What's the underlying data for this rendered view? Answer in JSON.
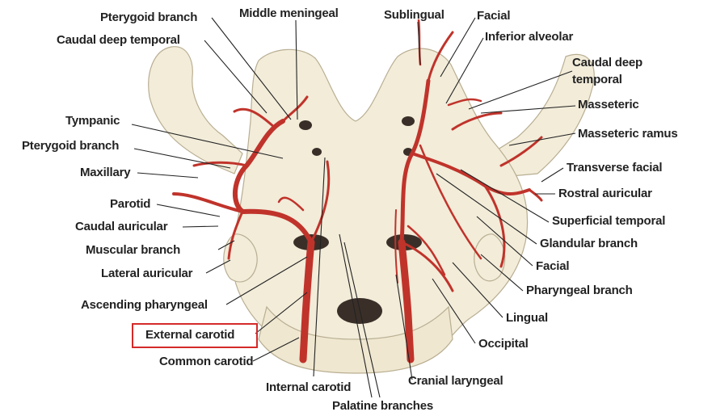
{
  "figure": {
    "highlight_color": "#d42a2a",
    "bone_color": "#f2ecd9",
    "artery_color": "#c0332b",
    "line_color": "#222222"
  },
  "labels": {
    "pterygoid_branch_top": "Pterygoid branch",
    "middle_meningeal": "Middle meningeal",
    "sublingual": "Sublingual",
    "facial_top": "Facial",
    "caudal_deep_temporal_left": "Caudal deep temporal",
    "inferior_alveolar": "Inferior alveolar",
    "caudal_deep_temporal_right_1": "Caudal deep",
    "caudal_deep_temporal_right_2": "temporal",
    "masseteric": "Masseteric",
    "masseteric_ramus": "Masseteric ramus",
    "tympanic": "Tympanic",
    "pterygoid_branch_left": "Pterygoid branch",
    "maxillary": "Maxillary",
    "transverse_facial": "Transverse facial",
    "rostral_auricular": "Rostral auricular",
    "parotid": "Parotid",
    "superficial_temporal": "Superficial temporal",
    "caudal_auricular": "Caudal auricular",
    "glandular_branch": "Glandular branch",
    "muscular_branch": "Muscular branch",
    "facial_right": "Facial",
    "lateral_auricular": "Lateral auricular",
    "pharyngeal_branch": "Pharyngeal branch",
    "ascending_pharyngeal": "Ascending pharyngeal",
    "lingual": "Lingual",
    "external_carotid": "External carotid",
    "occipital": "Occipital",
    "common_carotid": "Common carotid",
    "internal_carotid": "Internal carotid",
    "cranial_laryngeal": "Cranial laryngeal",
    "palatine_branches": "Palatine branches"
  }
}
